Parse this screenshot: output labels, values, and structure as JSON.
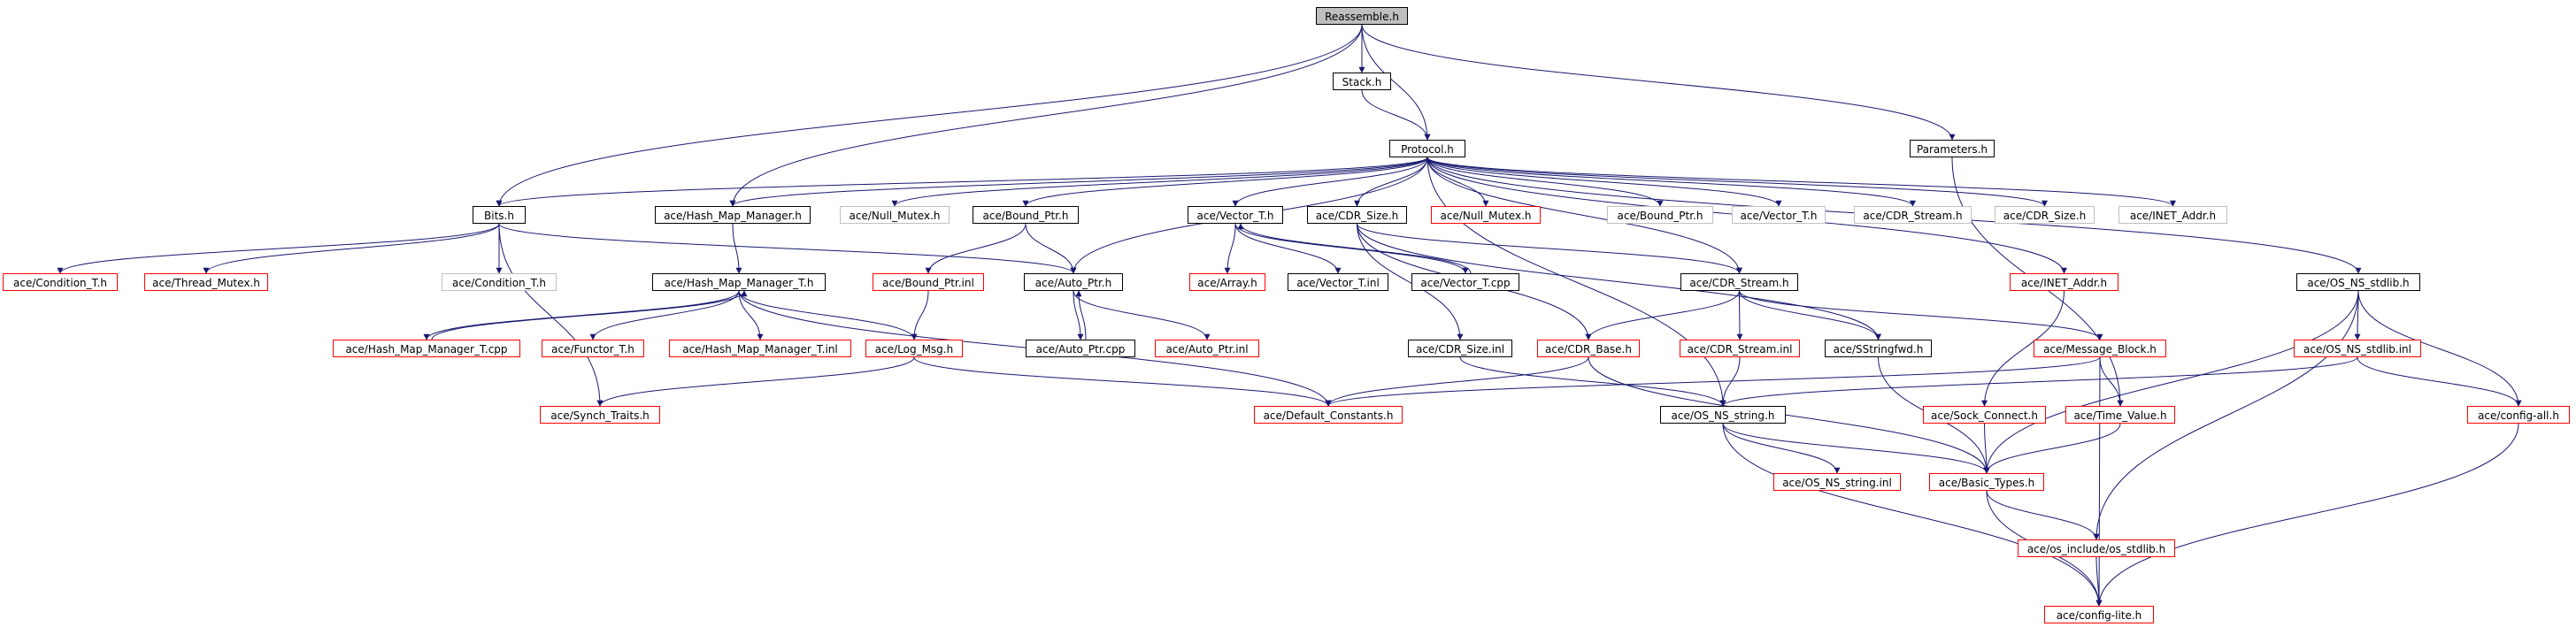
{
  "colors": {
    "edge": "#191970",
    "node_border": "#000000",
    "missing_border": "#ff0000",
    "external_border": "#bfbfbf",
    "root_fill": "#bfbfbf"
  },
  "nodes": {
    "reassemble_h": "Reassemble.h",
    "stack_h": "Stack.h",
    "protocol_h": "Protocol.h",
    "parameters_h": "Parameters.h",
    "bits_h": "Bits.h",
    "hash_map_manager_h": "ace/Hash_Map_Manager.h",
    "null_mutex_h_ext": "ace/Null_Mutex.h",
    "bound_ptr_h": "ace/Bound_Ptr.h",
    "vector_t_h": "ace/Vector_T.h",
    "cdr_size_h": "ace/CDR_Size.h",
    "null_mutex_h_red": "ace/Null_Mutex.h",
    "bound_ptr_h_ext": "ace/Bound_Ptr.h",
    "vector_t_h_ext": "ace/Vector_T.h",
    "cdr_stream_h_ext": "ace/CDR_Stream.h",
    "cdr_size_h_ext": "ace/CDR_Size.h",
    "inet_addr_h_ext": "ace/INET_Addr.h",
    "os_ns_stdlib_h": "ace/OS_NS_stdlib.h",
    "condition_t_h_red": "ace/Condition_T.h",
    "thread_mutex_h": "ace/Thread_Mutex.h",
    "condition_t_h_ext": "ace/Condition_T.h",
    "hash_map_manager_t_h": "ace/Hash_Map_Manager_T.h",
    "bound_ptr_inl": "ace/Bound_Ptr.inl",
    "auto_ptr_h": "ace/Auto_Ptr.h",
    "array_h": "ace/Array.h",
    "vector_t_inl": "ace/Vector_T.inl",
    "vector_t_cpp": "ace/Vector_T.cpp",
    "cdr_stream_h": "ace/CDR_Stream.h",
    "inet_addr_h_red": "ace/INET_Addr.h",
    "hash_map_manager_t_cpp": "ace/Hash_Map_Manager_T.cpp",
    "functor_t_h": "ace/Functor_T.h",
    "hash_map_manager_t_inl": "ace/Hash_Map_Manager_T.inl",
    "log_msg_h": "ace/Log_Msg.h",
    "auto_ptr_cpp": "ace/Auto_Ptr.cpp",
    "auto_ptr_inl": "ace/Auto_Ptr.inl",
    "cdr_size_inl": "ace/CDR_Size.inl",
    "cdr_base_h": "ace/CDR_Base.h",
    "cdr_stream_inl": "ace/CDR_Stream.inl",
    "sstringfwd_h": "ace/SStringfwd.h",
    "message_block_h": "ace/Message_Block.h",
    "os_ns_stdlib_inl": "ace/OS_NS_stdlib.inl",
    "synch_traits_h": "ace/Synch_Traits.h",
    "default_constants_h": "ace/Default_Constants.h",
    "os_ns_string_h": "ace/OS_NS_string.h",
    "sock_connect_h": "ace/Sock_Connect.h",
    "time_value_h": "ace/Time_Value.h",
    "config_all_h": "ace/config-all.h",
    "os_ns_string_inl": "ace/OS_NS_string.inl",
    "basic_types_h": "ace/Basic_Types.h",
    "os_include_os_stdlib_h": "ace/os_include/os_stdlib.h",
    "config_lite_h": "ace/config-lite.h"
  }
}
